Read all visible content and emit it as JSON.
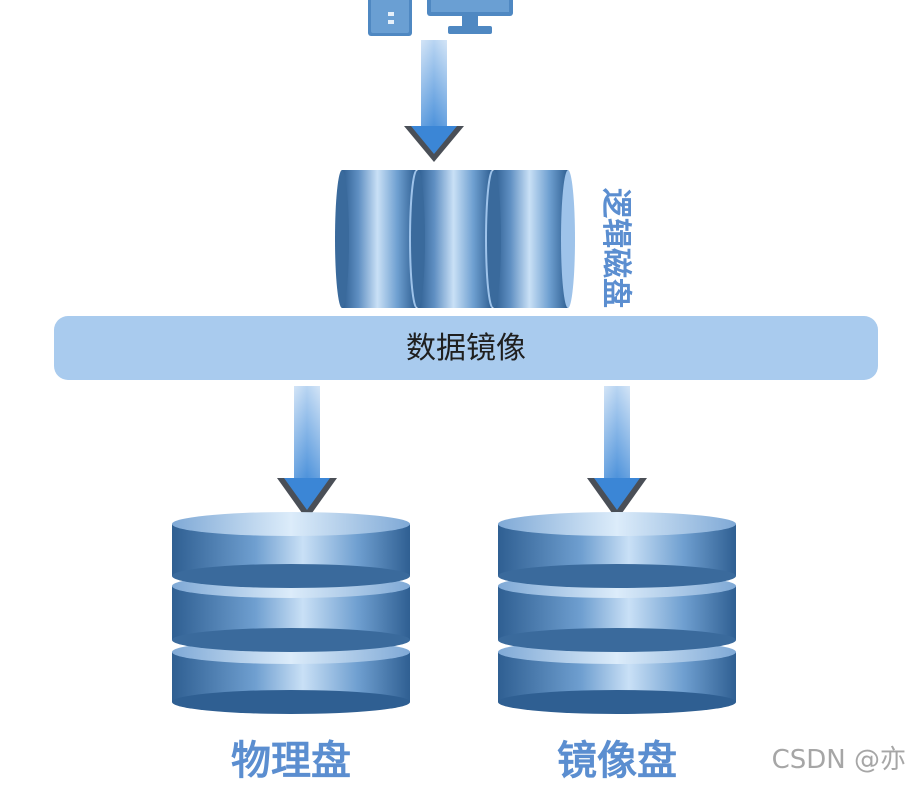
{
  "diagram": {
    "bar_label": "数据镜像",
    "logical_disk_label": "逻辑磁盘",
    "physical_disk_label": "物理盘",
    "mirror_disk_label": "镜像盘",
    "watermark": "CSDN @亦"
  },
  "colors": {
    "bar_fill": "#a9cbee",
    "cylinder_dark": "#2f5f92",
    "cylinder_light": "#c9e0f6",
    "arrow_blue": "#3b86d6",
    "arrow_tip": "#4a4f57",
    "label_blue": "#5b8ed0",
    "watermark_gray": "#a6a6a6",
    "device_blue": "#4f88c2"
  },
  "icons": {
    "devices": [
      "server-icon",
      "monitor-icon"
    ]
  }
}
